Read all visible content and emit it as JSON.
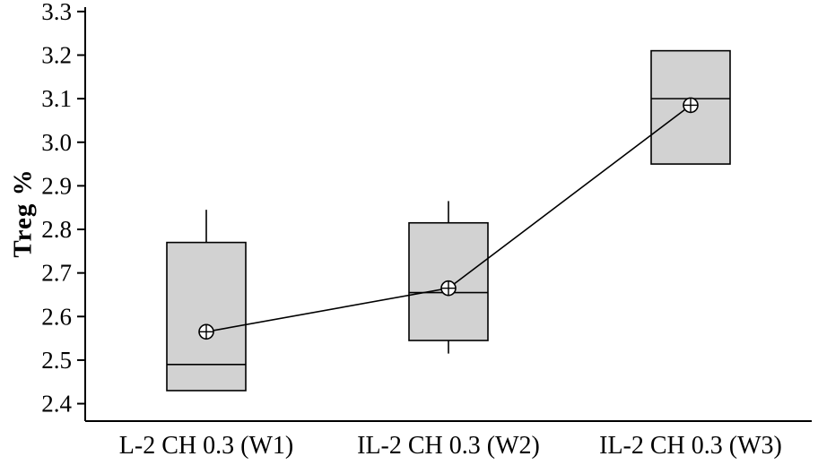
{
  "chart_data": {
    "type": "boxplot",
    "title": "",
    "ylabel": "Treg %",
    "xlabel": "",
    "ylim": [
      2.36,
      3.31
    ],
    "yticks": [
      2.4,
      2.5,
      2.6,
      2.7,
      2.8,
      2.9,
      3.0,
      3.1,
      3.2,
      3.3
    ],
    "grid": false,
    "legend": "none",
    "categories": [
      "L-2 CH 0.3 (W1)",
      "IL-2 CH 0.3 (W2)",
      "IL-2 CH 0.3 (W3)"
    ],
    "boxes": [
      {
        "category": "L-2 CH 0.3 (W1)",
        "whisker_low": 2.43,
        "q1": 2.43,
        "median": 2.49,
        "q3": 2.77,
        "whisker_high": 2.845,
        "mean": 2.565
      },
      {
        "category": "IL-2 CH 0.3 (W2)",
        "whisker_low": 2.515,
        "q1": 2.545,
        "median": 2.655,
        "q3": 2.815,
        "whisker_high": 2.865,
        "mean": 2.665
      },
      {
        "category": "IL-2 CH 0.3 (W3)",
        "whisker_low": 2.95,
        "q1": 2.95,
        "median": 3.1,
        "q3": 3.21,
        "whisker_high": 3.21,
        "mean": 3.085
      }
    ],
    "mean_line": [
      2.565,
      2.665,
      3.085
    ],
    "colors": {
      "box_fill": "#d2d2d2",
      "stroke": "#000000",
      "background": "#ffffff"
    }
  }
}
